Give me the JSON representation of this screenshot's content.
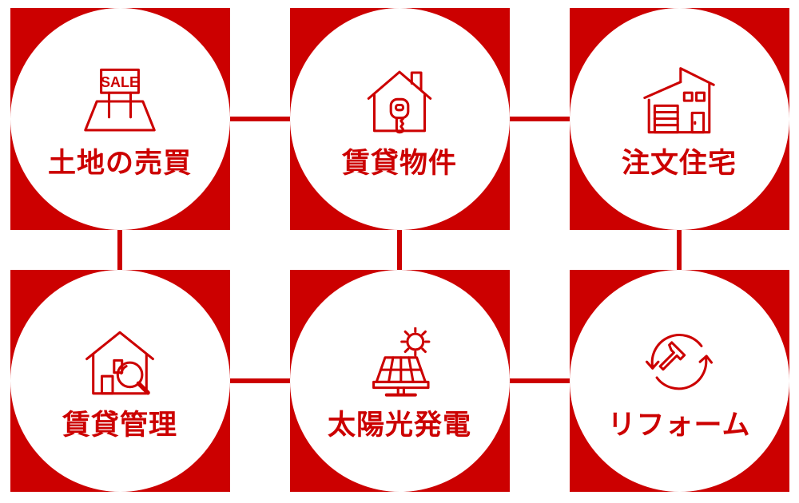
{
  "theme": {
    "accent": "#cc0000",
    "background": "#ffffff"
  },
  "cells": [
    {
      "label": "土地の売買",
      "icon": "sale-sign-icon",
      "icon_text": "SALE"
    },
    {
      "label": "賃貸物件",
      "icon": "house-key-icon"
    },
    {
      "label": "注文住宅",
      "icon": "modern-house-icon"
    },
    {
      "label": "賃貸管理",
      "icon": "house-magnifier-icon"
    },
    {
      "label": "太陽光発電",
      "icon": "solar-panel-sun-icon"
    },
    {
      "label": "リフォーム",
      "icon": "hammer-recycle-icon"
    }
  ]
}
